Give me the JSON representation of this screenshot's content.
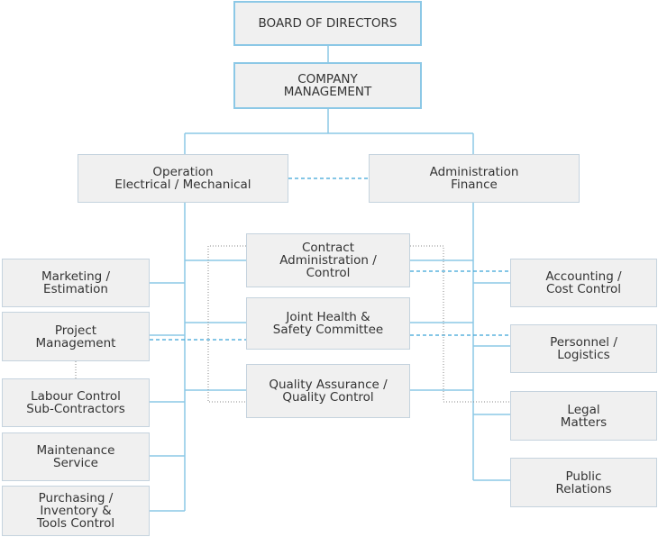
{
  "colors": {
    "line": "#8cc8e6",
    "dashed": "#3aa4d8",
    "dotted": "#8a8a8a",
    "box_fill": "#f0f0f0",
    "box_border": "#c5d3de",
    "text": "#333333"
  },
  "nodes": {
    "board": "BOARD OF DIRECTORS",
    "management": "COMPANY\nMANAGEMENT",
    "operation": "Operation\nElectrical / Mechanical",
    "administration": "Administration\nFinance",
    "marketing": "Marketing /\nEstimation",
    "project": "Project\nManagement",
    "labour": "Labour Control\nSub-Contractors",
    "maintenance": "Maintenance\nService",
    "purchasing": "Purchasing /\nInventory &\nTools Control",
    "contract": "Contract\nAdministration /\nControl",
    "health": "Joint Health &\nSafety Committee",
    "quality": "Quality Assurance /\nQuality Control",
    "accounting": "Accounting /\nCost Control",
    "personnel": "Personnel /\nLogistics",
    "legal": "Legal\nMatters",
    "public": "Public\nRelations"
  }
}
